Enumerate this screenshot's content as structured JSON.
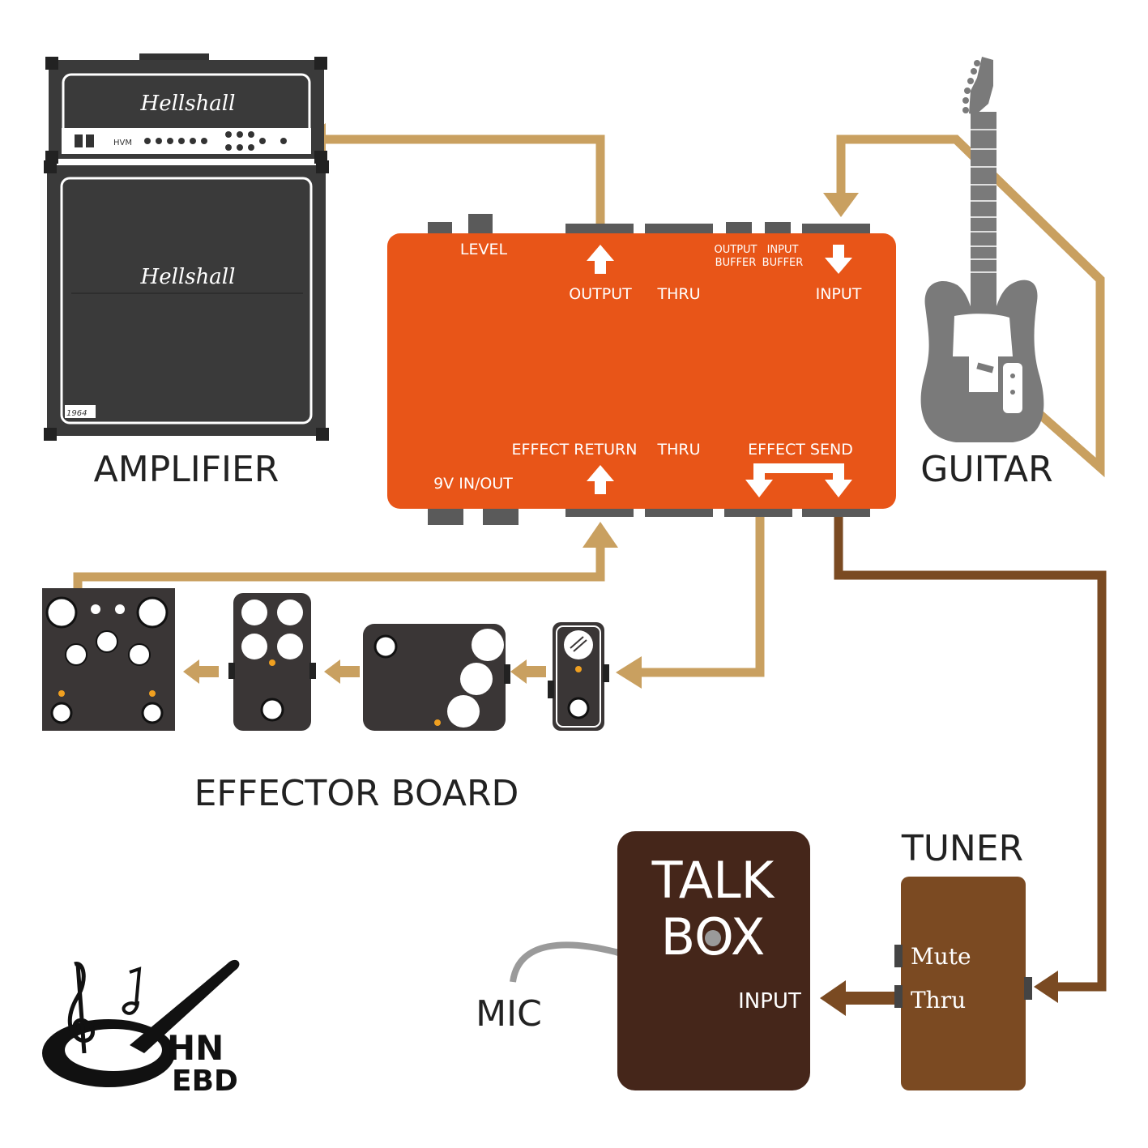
{
  "amplifier": {
    "label": "AMPLIFIER",
    "head_brand": "Hellshall",
    "head_model": "HVM",
    "cab_brand": "Hellshall",
    "cab_badge": "1964"
  },
  "guitar": {
    "label": "GUITAR"
  },
  "switcher": {
    "level_label": "LEVEL",
    "output_label": "OUTPUT",
    "thru_top_label": "THRU",
    "output_buffer_label_1": "OUTPUT",
    "output_buffer_label_2": "BUFFER",
    "input_buffer_label_1": "INPUT",
    "input_buffer_label_2": "BUFFER",
    "input_label": "INPUT",
    "effect_return_label": "EFFECT RETURN",
    "thru_bottom_label": "THRU",
    "effect_send_label": "EFFECT SEND",
    "power_label": "9V IN/OUT"
  },
  "effector_board": {
    "label": "EFFECTOR BOARD"
  },
  "talk_box": {
    "title_line1": "TALK",
    "title_line2": "BOX",
    "input_label": "INPUT",
    "mic_label": "MIC"
  },
  "tuner": {
    "label": "TUNER",
    "mute_label": "Mute",
    "thru_label": "Thru"
  },
  "logo": {
    "line1": "HN",
    "line2": "EBD"
  },
  "colors": {
    "switcher": "#e85518",
    "cable_main": "#c9a060",
    "cable_tuner": "#7a4a22",
    "talkbox": "#45261a",
    "tuner": "#7b4a22",
    "pedal": "#3a3636",
    "amp": "#3a3a3a",
    "guitar": "#7a7a7a"
  }
}
